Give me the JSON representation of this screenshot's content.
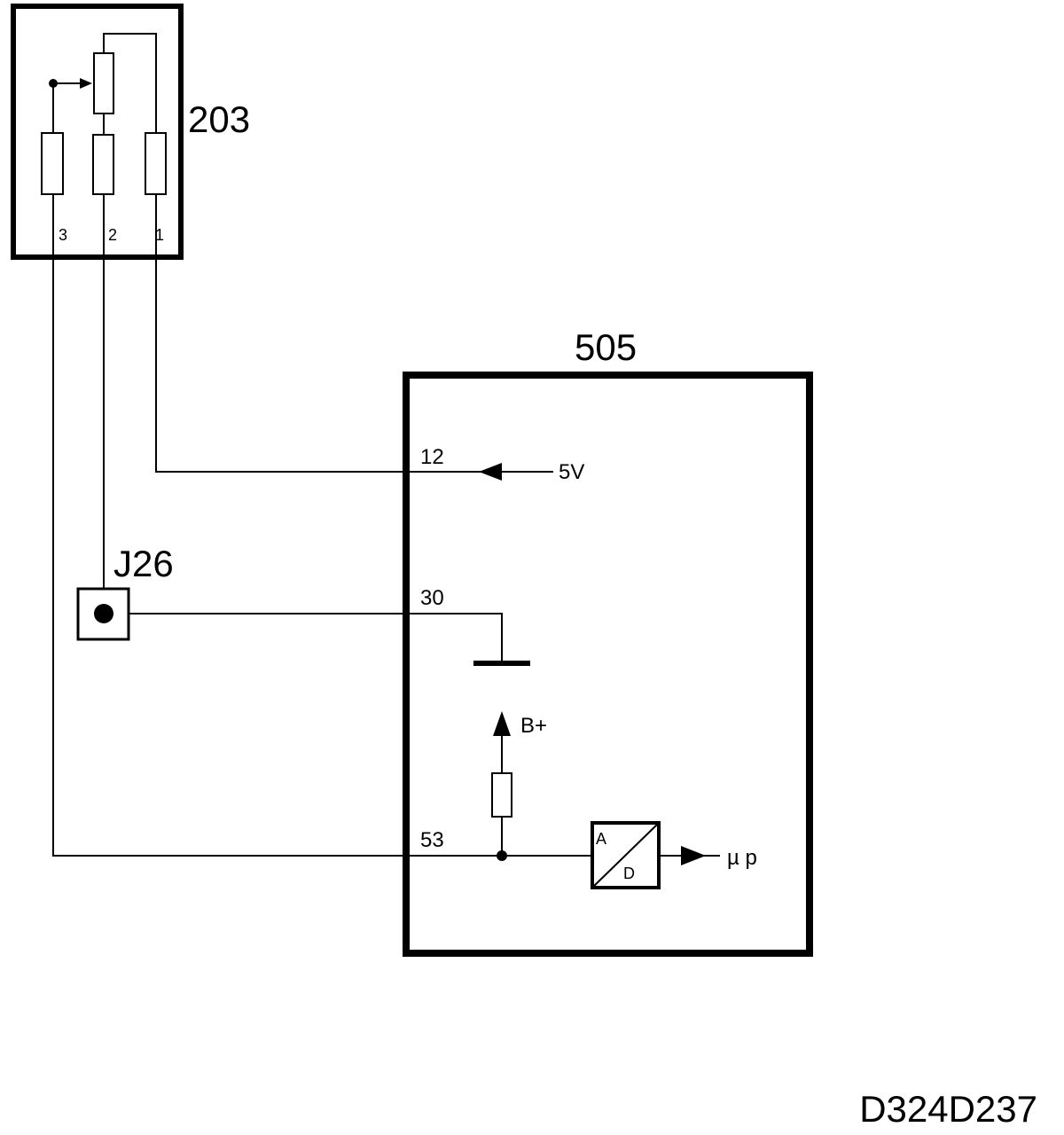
{
  "components": {
    "sensor": {
      "label": "203",
      "pins": [
        "3",
        "2",
        "1"
      ]
    },
    "ecu": {
      "label": "505",
      "pins": {
        "supply": "12",
        "ground": "30",
        "signal": "53"
      },
      "supply_voltage": "5V",
      "battery": "B+",
      "converter": {
        "input": "A",
        "output": "D"
      },
      "output_label": "µ p"
    },
    "connector": {
      "label": "J26"
    }
  },
  "drawing_id": "D324D237"
}
